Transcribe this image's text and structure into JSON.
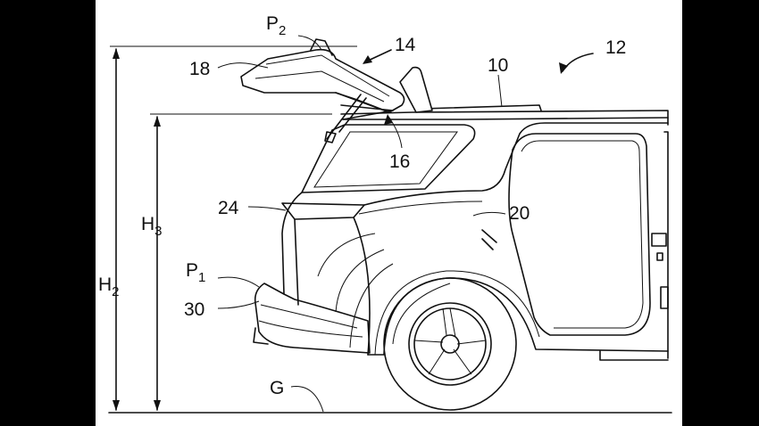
{
  "figure": {
    "colors": {
      "background": "#000000",
      "panel": "#ffffff",
      "ink": "#111111"
    },
    "labels": {
      "p2": "P",
      "p2_sub": "2",
      "l14": "14",
      "l12": "12",
      "l10": "10",
      "l18": "18",
      "l16": "16",
      "l24": "24",
      "l20": "20",
      "h3": "H",
      "h3_sub": "3",
      "h2": "H",
      "h2_sub": "2",
      "p1": "P",
      "p1_sub": "1",
      "l30": "30",
      "g": "G"
    }
  }
}
